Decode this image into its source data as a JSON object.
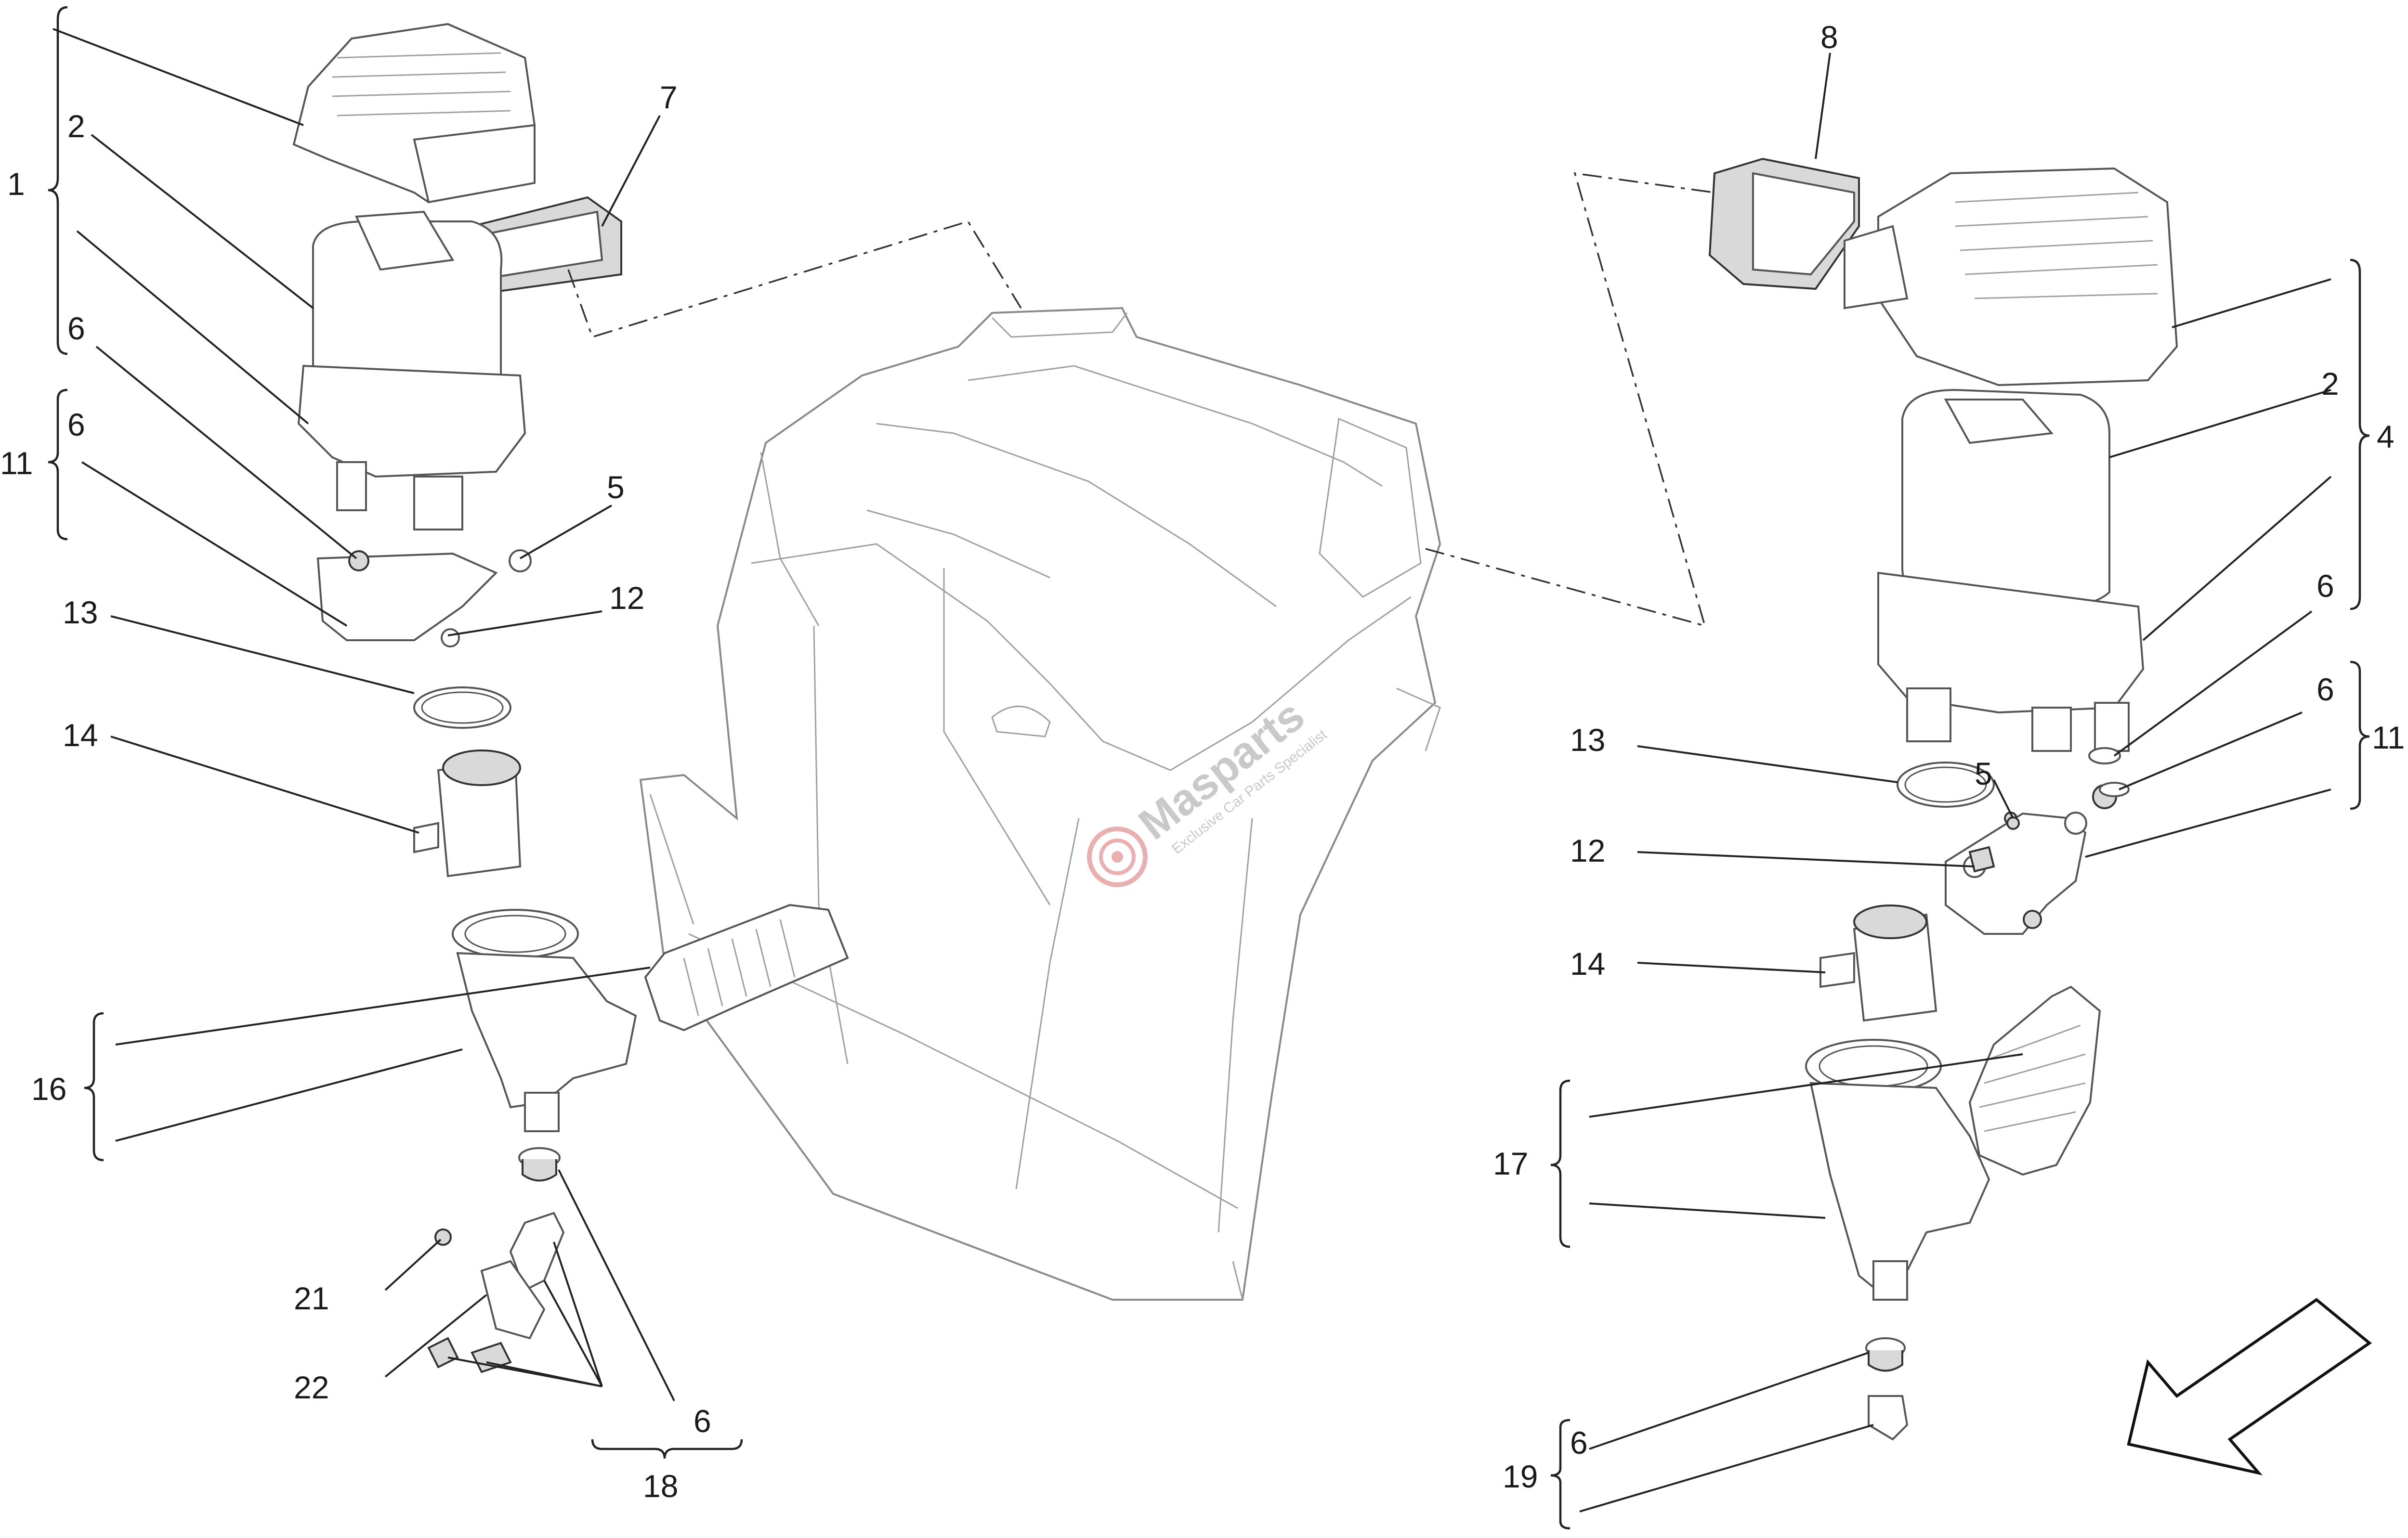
{
  "diagram": {
    "watermark": {
      "brand": "Masparts",
      "tagline": "Exclusive Car Parts Specialist"
    },
    "callouts": {
      "l1": "1",
      "l2": "2",
      "l7": "7",
      "l6a": "6",
      "l6b": "6",
      "l11": "11",
      "l5": "5",
      "l13": "13",
      "l12": "12",
      "l14": "14",
      "l16": "16",
      "l21": "21",
      "l22": "22",
      "l6c": "6",
      "l18": "18",
      "r8": "8",
      "r2": "2",
      "r4": "4",
      "r6a": "6",
      "r6b": "6",
      "r11": "11",
      "r13": "13",
      "r5": "5",
      "r12": "12",
      "r14": "14",
      "r17": "17",
      "r6c": "6",
      "r19": "19"
    }
  }
}
